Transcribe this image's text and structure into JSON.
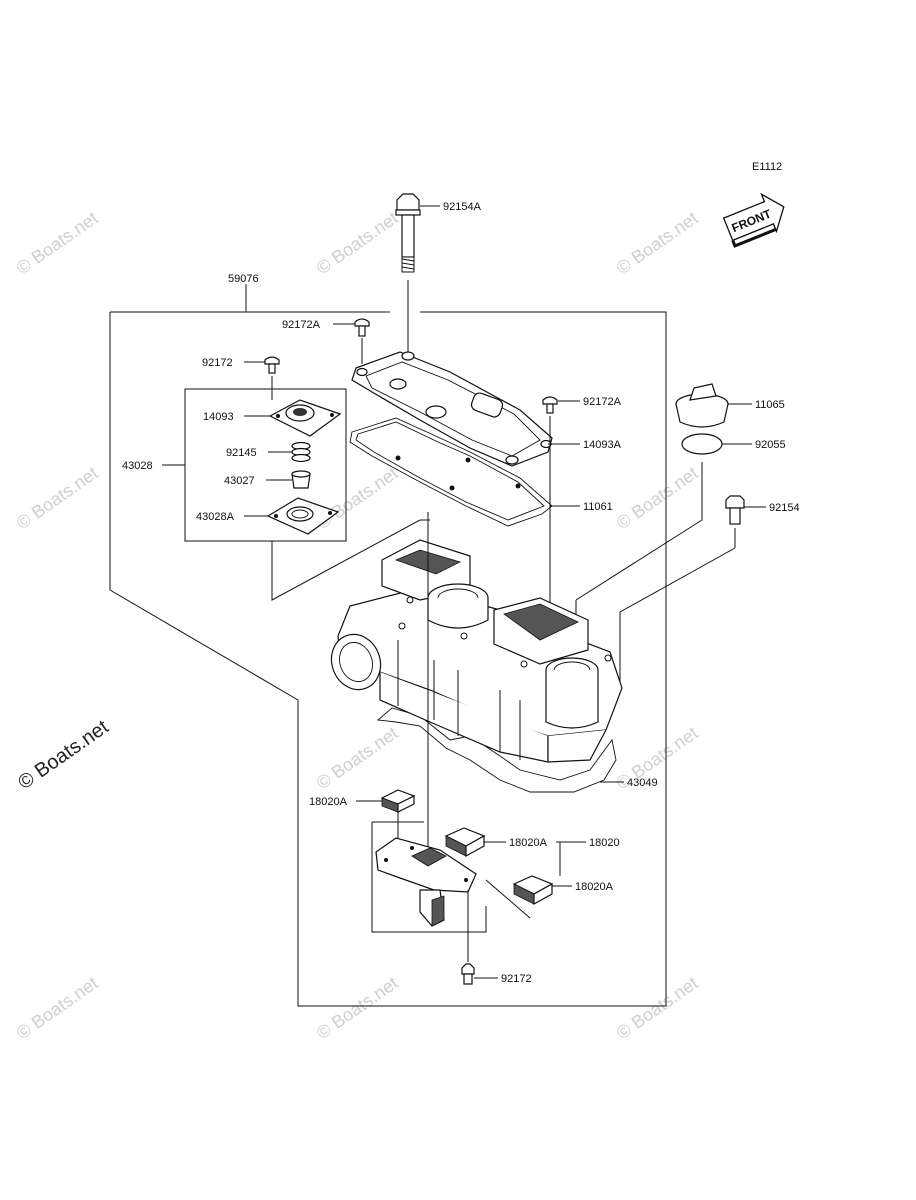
{
  "diagram_code": "E1112",
  "front_label": "FRONT",
  "watermark": "© Boats.net",
  "labels": {
    "p92154A": "92154A",
    "p59076": "59076",
    "p92172A_top": "92172A",
    "p92172_top": "92172",
    "p14093": "14093",
    "p92145": "92145",
    "p43027": "43027",
    "p43028": "43028",
    "p43028A": "43028A",
    "p92172A_right": "92172A",
    "p14093A": "14093A",
    "p11061": "11061",
    "p11065": "11065",
    "p92055": "92055",
    "p92154": "92154",
    "p43049": "43049",
    "p18020A_left": "18020A",
    "p18020A_mid": "18020A",
    "p18020": "18020",
    "p18020A_right": "18020A",
    "p92172_bottom": "92172"
  }
}
